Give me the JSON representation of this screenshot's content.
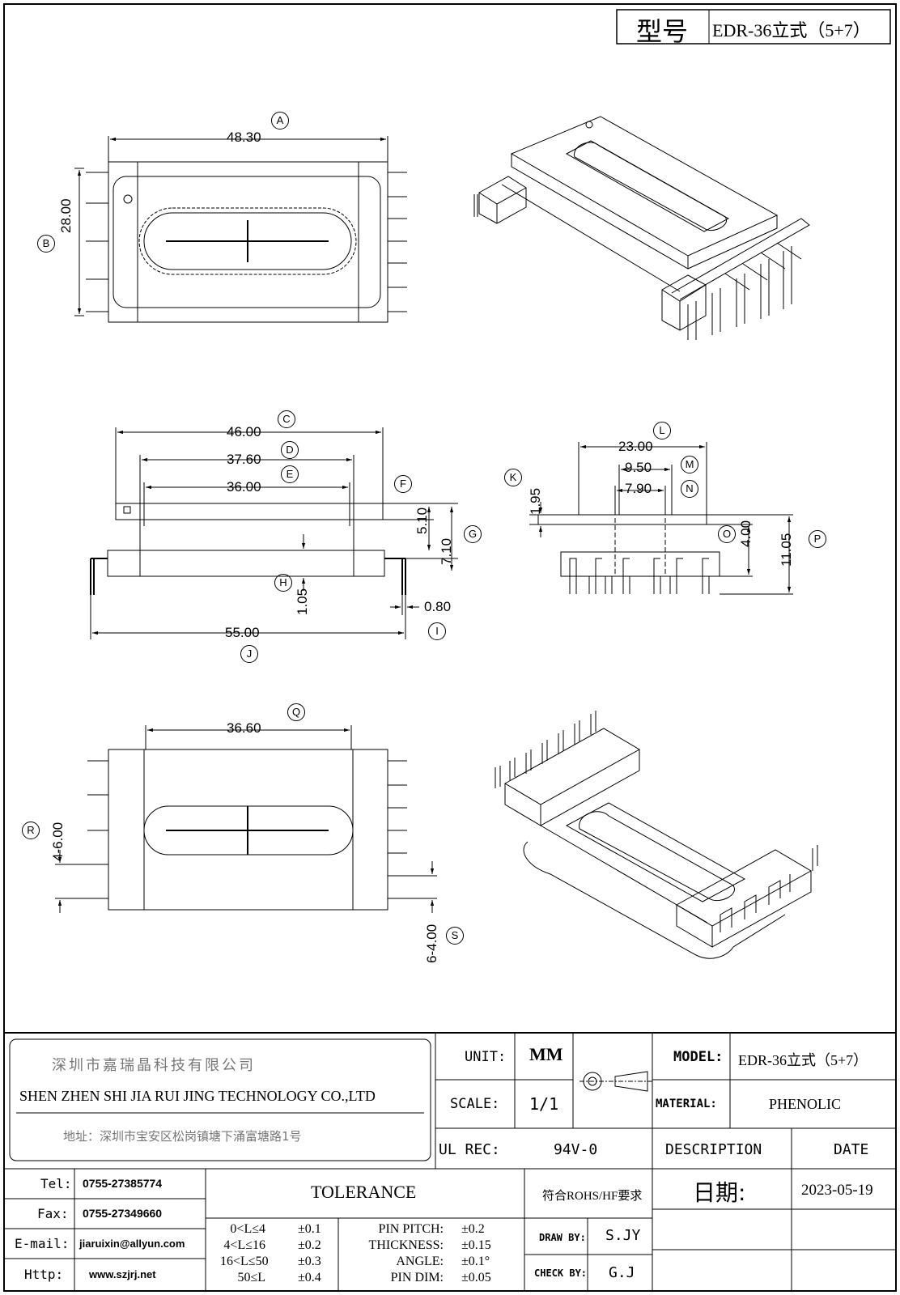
{
  "header": {
    "model_label": "型号",
    "model_value": "EDR-36立式（5+7）"
  },
  "dimensions": {
    "A": {
      "letter": "A",
      "value": "48.30"
    },
    "B": {
      "letter": "B",
      "value": "28.00"
    },
    "C": {
      "letter": "C",
      "value": "46.00"
    },
    "D": {
      "letter": "D",
      "value": "37.60"
    },
    "E": {
      "letter": "E",
      "value": "36.00"
    },
    "F": {
      "letter": "F",
      "value": "5.10"
    },
    "G": {
      "letter": "G",
      "value": "7.10"
    },
    "H": {
      "letter": "H",
      "value": "1.05"
    },
    "I": {
      "letter": "I",
      "value": "0.80"
    },
    "J": {
      "letter": "J",
      "value": "55.00"
    },
    "K": {
      "letter": "K",
      "value": "1.95"
    },
    "L": {
      "letter": "L",
      "value": "23.00"
    },
    "M": {
      "letter": "M",
      "value": "9.50"
    },
    "N": {
      "letter": "N",
      "value": "7.90"
    },
    "O": {
      "letter": "O",
      "value": "4.00"
    },
    "P": {
      "letter": "P",
      "value": "11.05"
    },
    "Q": {
      "letter": "Q",
      "value": "36.60"
    },
    "R": {
      "letter": "R",
      "value": "4-6.00"
    },
    "S": {
      "letter": "S",
      "value": "6-4.00"
    }
  },
  "company": {
    "name_cn": "深圳市嘉瑞晶科技有限公司",
    "name_en": "SHEN ZHEN SHI  JIA RUI JING  TECHNOLOGY CO.,LTD",
    "address": "地址：深圳市宝安区松岗镇塘下涌富塘路1号"
  },
  "title_block": {
    "unit_label": "UNIT:",
    "unit_value": "MM",
    "scale_label": "SCALE:",
    "scale_value": "1/1",
    "ulrec_label": "UL REC:",
    "ulrec_value": "94V-0",
    "model_label": "MODEL:",
    "model_value": "EDR-36立式（5+7）",
    "material_label": "MATERIAL:",
    "material_value": "PHENOLIC",
    "description_label": "DESCRIPTION",
    "date_label": "DATE",
    "date_cn_label": "日期:",
    "date_value": "2023-05-19",
    "rohs": "符合ROHS/HF要求",
    "draw_label": "DRAW BY:",
    "draw_value": "S.JY",
    "check_label": "CHECK BY:",
    "check_value": "G.J"
  },
  "contact": {
    "tel_label": "Tel:",
    "tel_value": "0755-27385774",
    "fax_label": "Fax:",
    "fax_value": "0755-27349660",
    "email_label": "E-mail:",
    "email_value": "jiaruixin@allyun.com",
    "http_label": "Http:",
    "http_value": "www.szjrj.net"
  },
  "tolerance": {
    "title": "TOLERANCE",
    "rows": [
      {
        "range": "0<L≤4",
        "tol": "±0.1",
        "name": "PIN PITCH:",
        "tol2": "±0.2"
      },
      {
        "range": "4<L≤16",
        "tol": "±0.2",
        "name": "THICKNESS:",
        "tol2": "±0.15"
      },
      {
        "range": "16<L≤50",
        "tol": "±0.3",
        "name": "ANGLE:",
        "tol2": "±0.1°"
      },
      {
        "range": "50≤L",
        "tol": "±0.4",
        "name": "PIN DIM:",
        "tol2": "±0.05"
      }
    ]
  }
}
